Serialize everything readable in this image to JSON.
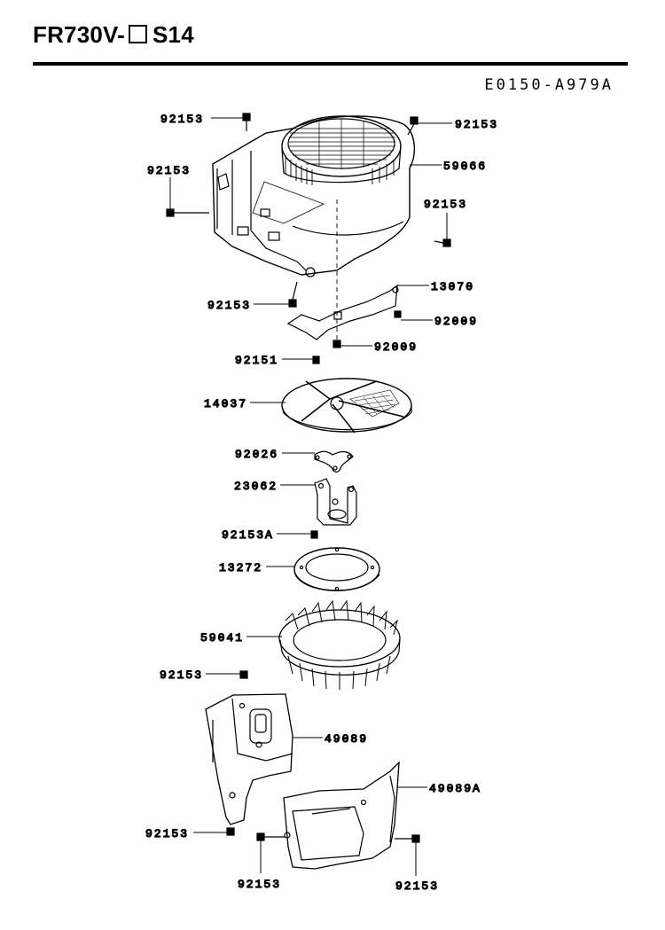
{
  "header": {
    "model_prefix": "FR730V-",
    "model_suffix": "S14",
    "diagram_code": "E0150-A979A"
  },
  "parts": [
    {
      "id": "p1",
      "label": "92153"
    },
    {
      "id": "p2",
      "label": "92153"
    },
    {
      "id": "p3",
      "label": "59066"
    },
    {
      "id": "p4",
      "label": "92153"
    },
    {
      "id": "p5",
      "label": "92153"
    },
    {
      "id": "p6",
      "label": "13070"
    },
    {
      "id": "p7",
      "label": "92153"
    },
    {
      "id": "p8",
      "label": "92009"
    },
    {
      "id": "p9",
      "label": "92009"
    },
    {
      "id": "p10",
      "label": "92151"
    },
    {
      "id": "p11",
      "label": "14037"
    },
    {
      "id": "p12",
      "label": "92026"
    },
    {
      "id": "p13",
      "label": "23062"
    },
    {
      "id": "p14",
      "label": "92153A"
    },
    {
      "id": "p15",
      "label": "13272"
    },
    {
      "id": "p16",
      "label": "59041"
    },
    {
      "id": "p17",
      "label": "92153"
    },
    {
      "id": "p18",
      "label": "49089"
    },
    {
      "id": "p19",
      "label": "49089A"
    },
    {
      "id": "p20",
      "label": "92153"
    },
    {
      "id": "p21",
      "label": "92153"
    },
    {
      "id": "p22",
      "label": "92153"
    }
  ]
}
